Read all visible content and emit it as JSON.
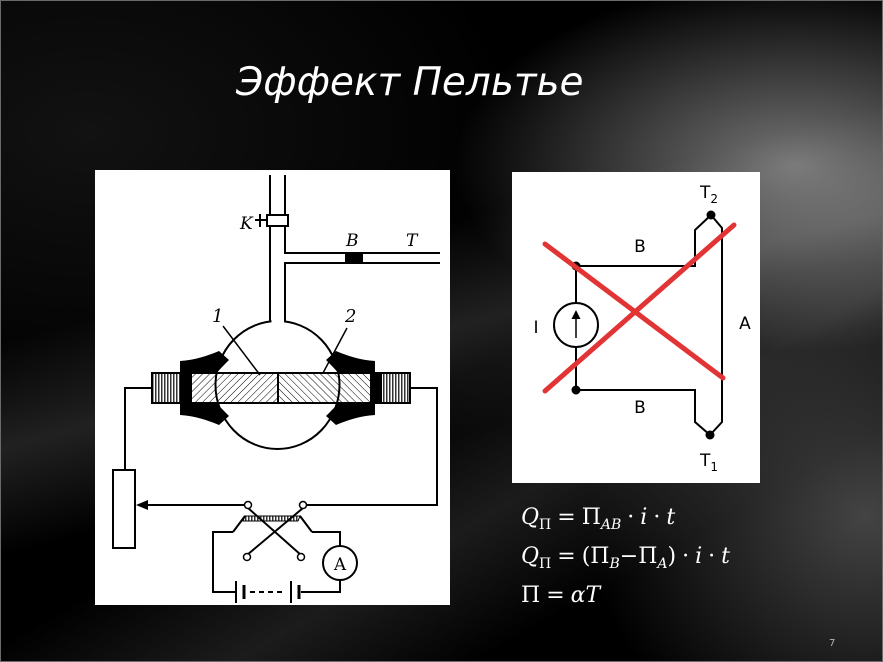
{
  "slide": {
    "title": "Эффект Пельтье",
    "page_number": "7"
  },
  "left_diagram": {
    "valve_label": "K",
    "segment_b_label": "B",
    "segment_t_label": "T",
    "part_1_label": "1",
    "part_2_label": "2",
    "ammeter_label": "A"
  },
  "right_diagram": {
    "t2_label": "T",
    "t2_sub": "2",
    "b_top_label": "B",
    "current_label": "I",
    "conductor_label": "A",
    "b_bottom_label": "B",
    "t1_label": "T",
    "t1_sub": "1",
    "cross_color": "#e23434"
  },
  "formulas": {
    "line1": {
      "q": "Q",
      "q_sub": "Π",
      "equals": "=",
      "pi": "Π",
      "pi_sub": "AB",
      "dot": "·",
      "i": "i",
      "t": "t"
    },
    "line2": {
      "q": "Q",
      "q_sub": "Π",
      "equals": "=",
      "open_paren": "(",
      "pi_b": "Π",
      "pi_b_sub": "B",
      "minus": "−",
      "pi_a": "Π",
      "pi_a_sub": "A",
      "close_paren": ")",
      "dot": "·",
      "i": "i",
      "t": "t"
    },
    "line3": {
      "pi": "Π",
      "equals": "=",
      "alpha": "α",
      "T": "T"
    }
  },
  "colors": {
    "background": "#000000",
    "text": "#ffffff",
    "diagram_background": "#ffffff"
  }
}
